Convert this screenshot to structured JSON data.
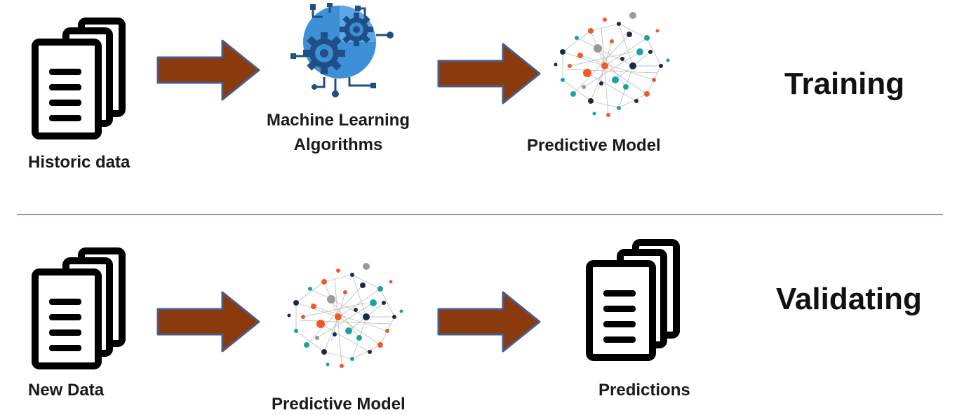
{
  "training": {
    "title": "Training",
    "historic_data_label": "Historic data",
    "ml_algorithms_label_line1": "Machine Learning",
    "ml_algorithms_label_line2": "Algorithms",
    "predictive_model_label": "Predictive Model"
  },
  "validating": {
    "title": "Validating",
    "new_data_label": "New Data",
    "predictive_model_label": "Predictive Model",
    "predictions_label": "Predictions"
  },
  "colors": {
    "arrow_fill": "#8B3A0E",
    "arrow_stroke": "#4a5a8a",
    "gear_blue": "#3d8fd6",
    "gear_dark": "#1f4f86",
    "divider": "#9b93b4",
    "node_teal": "#1aa3a3",
    "node_orange": "#f05a28",
    "node_navy": "#1c2a4a",
    "node_gray": "#9a9a9a"
  },
  "icons": {
    "documents": "document-stack-icon",
    "gears": "gears-circuit-icon",
    "network": "neural-network-icon",
    "arrow": "right-arrow-icon"
  }
}
